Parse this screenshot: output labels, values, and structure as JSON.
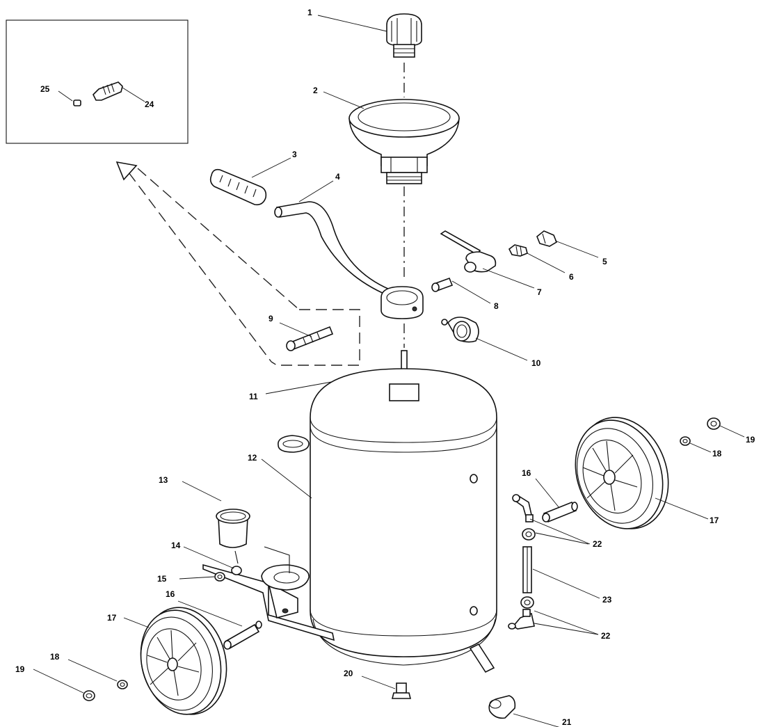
{
  "callouts": {
    "c1": "1",
    "c2": "2",
    "c3": "3",
    "c4": "4",
    "c5": "5",
    "c6": "6",
    "c7": "7",
    "c8": "8",
    "c9": "9",
    "c10": "10",
    "c11": "11",
    "c12": "12",
    "c13": "13",
    "c14": "14",
    "c15": "15",
    "c16a": "16",
    "c16b": "16",
    "c17a": "17",
    "c17b": "17",
    "c18a": "18",
    "c18b": "18",
    "c19a": "19",
    "c19b": "19",
    "c20": "20",
    "c21": "21",
    "c22a": "22",
    "c22b": "22",
    "c23": "23",
    "c24": "24",
    "c25": "25"
  }
}
